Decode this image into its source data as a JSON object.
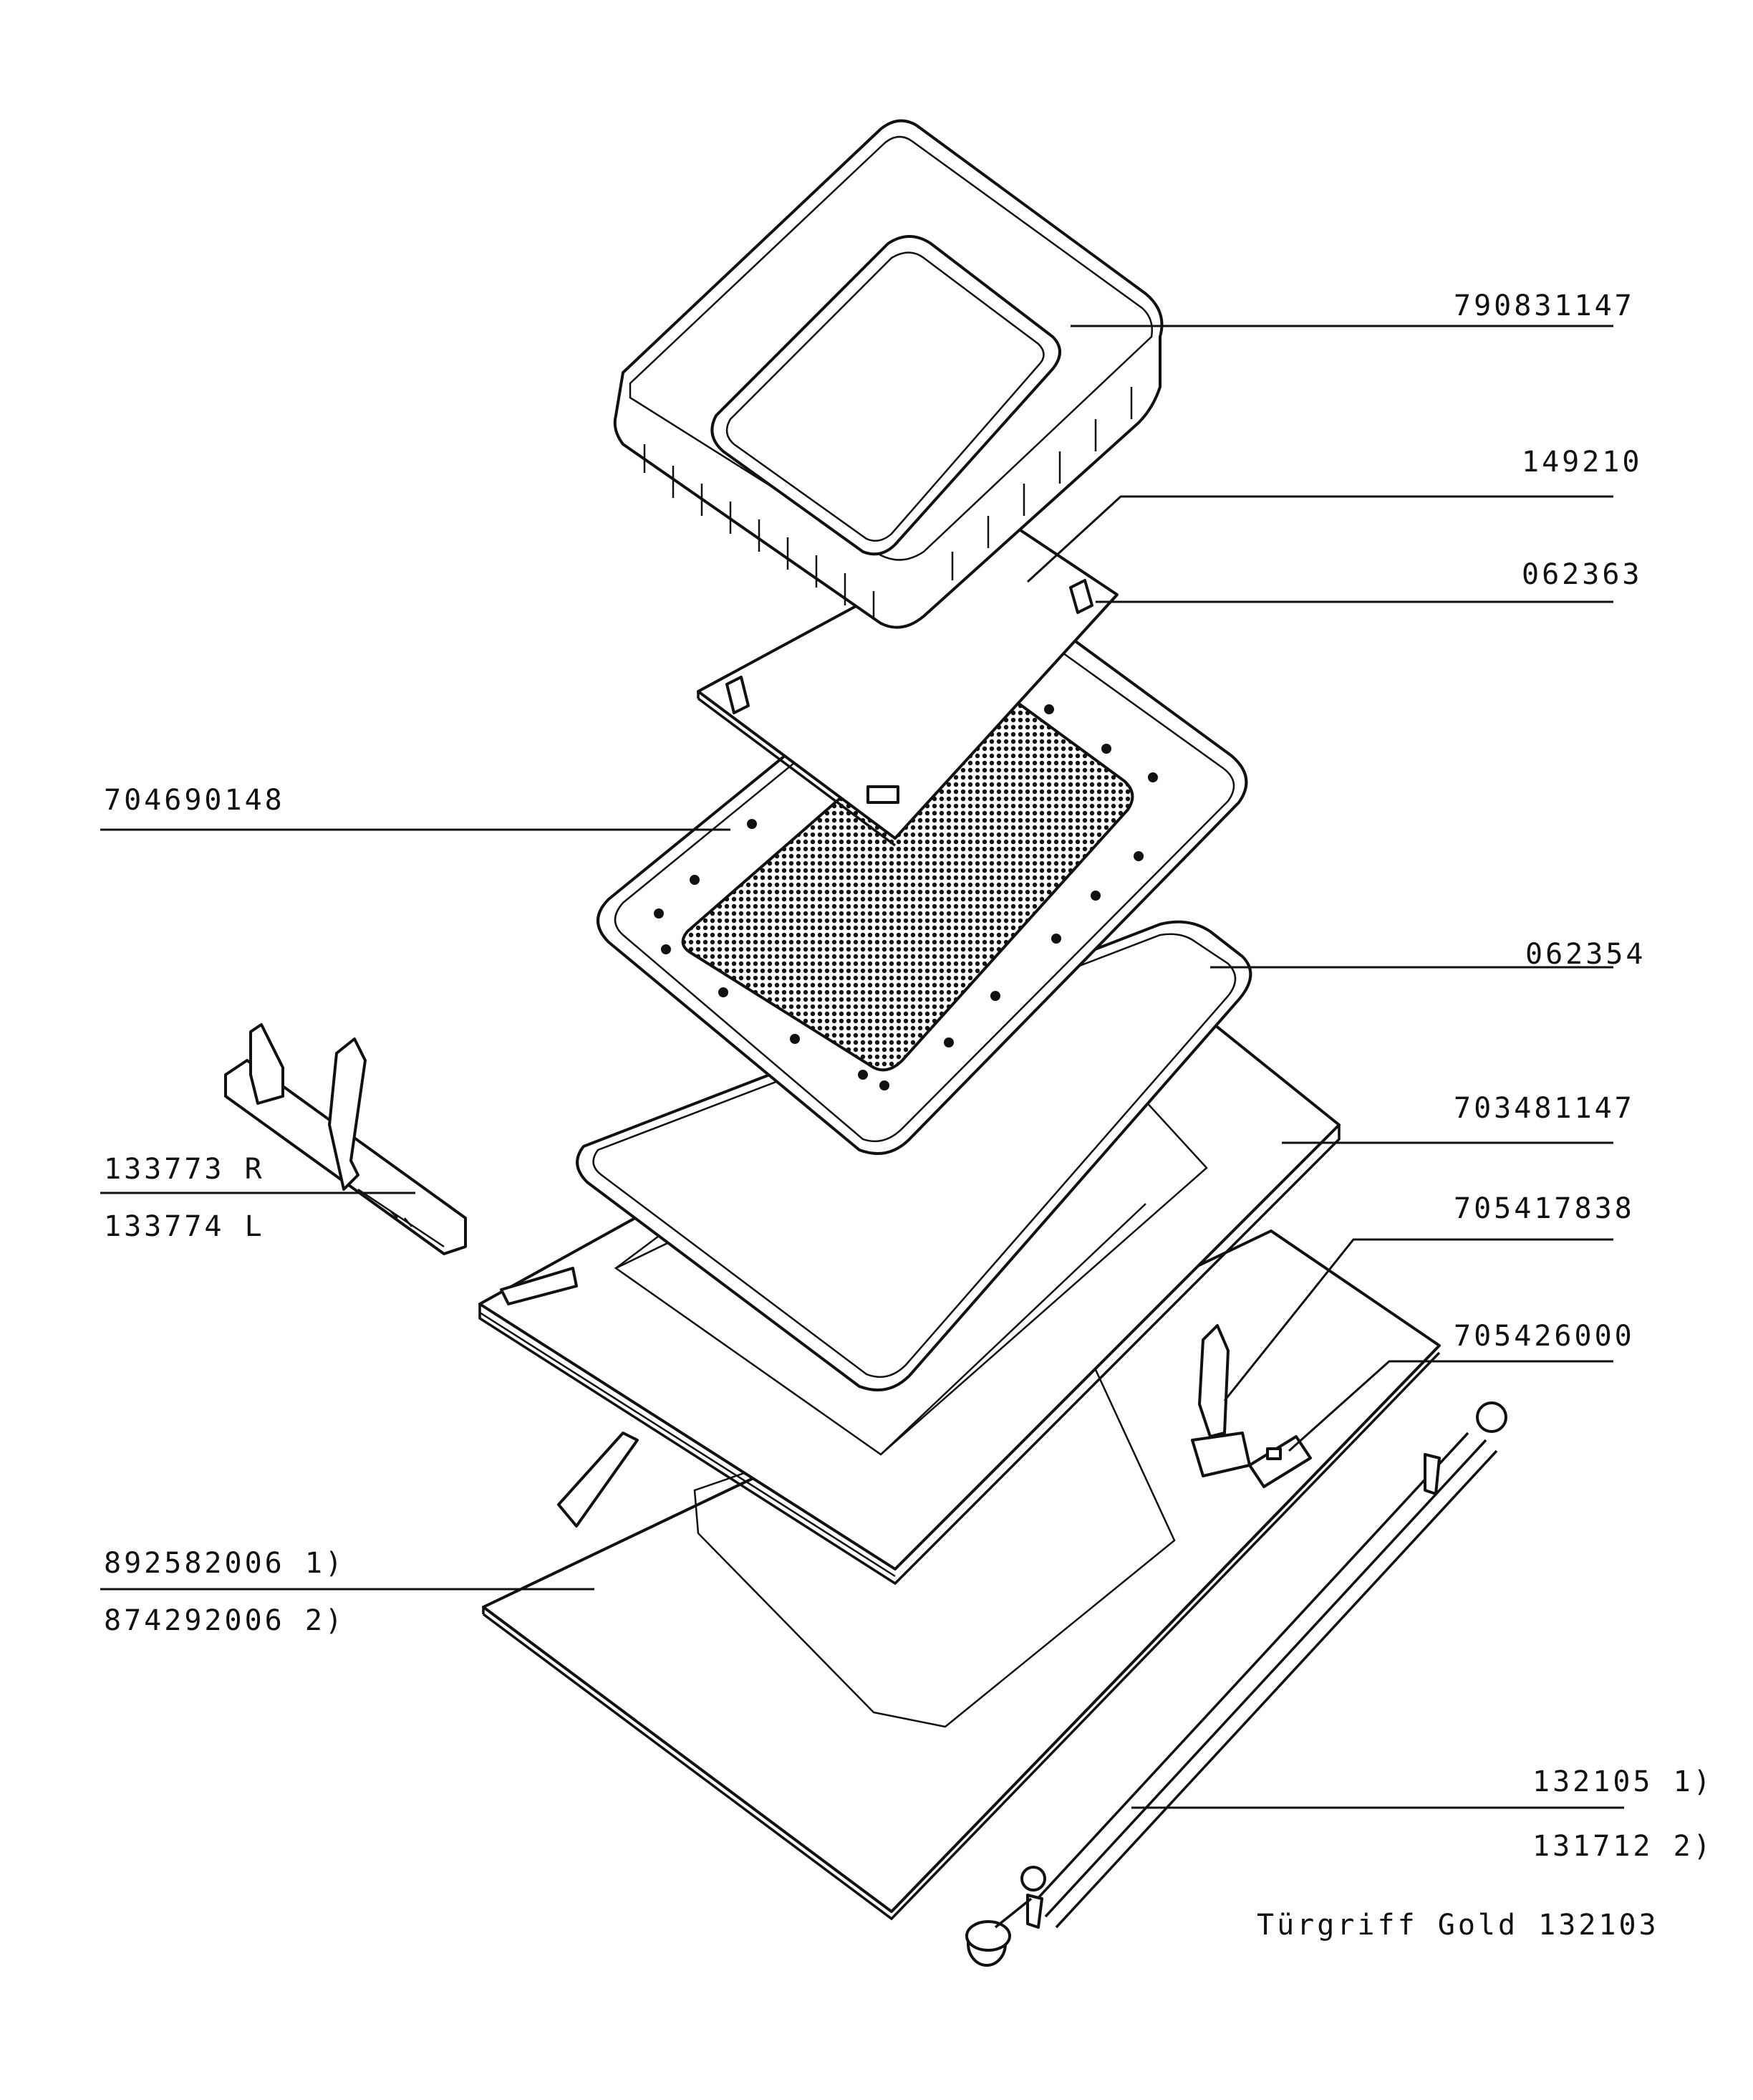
{
  "parts": {
    "p1": "790831147",
    "p2": "149210",
    "p3": "062363",
    "p4": "704690148",
    "p5": "062354",
    "p6": "703481147",
    "p7_r": "133773 R",
    "p7_l": "133774 L",
    "p8": "705417838",
    "p9": "705426000",
    "p10_1": "892582006 1)",
    "p10_2": "874292006 2)",
    "p11_1": "132105 1)",
    "p11_2": "131712 2)"
  },
  "note": "Türgriff Gold 132103"
}
